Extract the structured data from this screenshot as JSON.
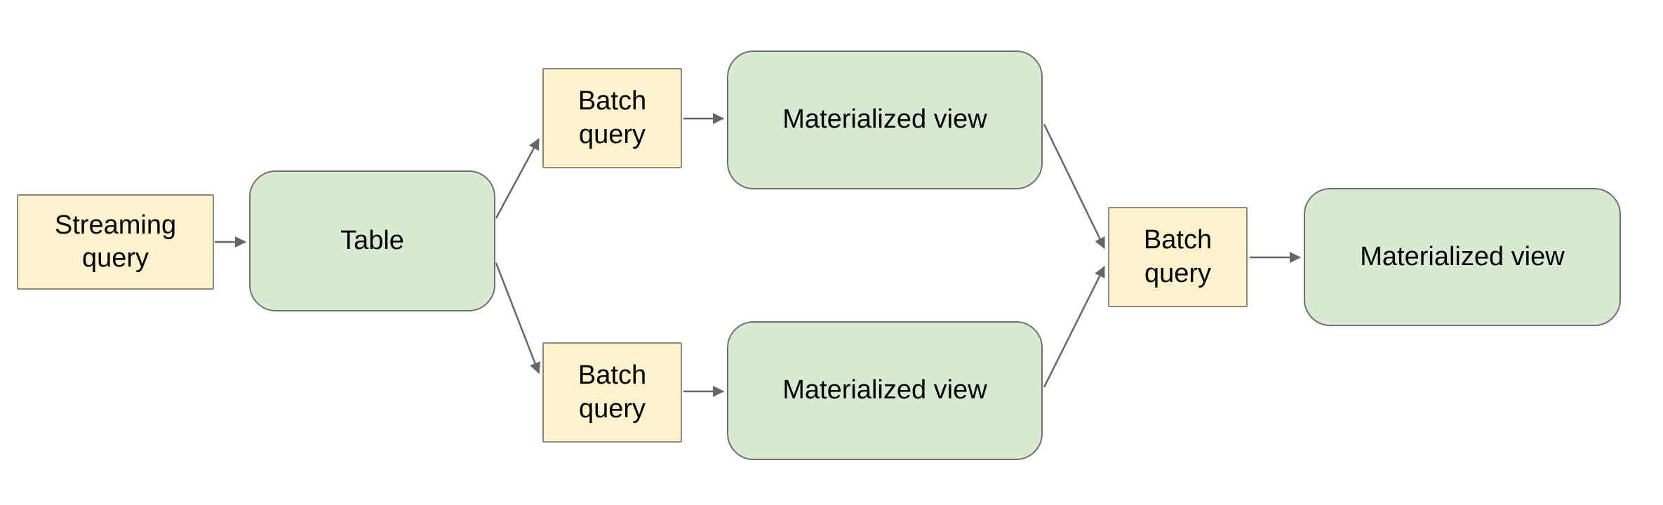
{
  "diagram": {
    "title": "",
    "colors": {
      "background": "#ffffff",
      "query_fill": "#fff2cc",
      "query_border": "#8a8a80",
      "view_fill": "#d9ead3",
      "view_border": "#707070",
      "arrow": "#666666",
      "text": "#000000"
    },
    "nodes": {
      "streaming_query": {
        "label": "Streaming query",
        "shape": "rectangle",
        "style": "query"
      },
      "table": {
        "label": "Table",
        "shape": "rounded-rectangle",
        "style": "view"
      },
      "batch_query_top": {
        "label": "Batch query",
        "shape": "rectangle",
        "style": "query"
      },
      "materialized_view_top": {
        "label": "Materialized view",
        "shape": "rounded-rectangle",
        "style": "view"
      },
      "batch_query_bottom": {
        "label": "Batch query",
        "shape": "rectangle",
        "style": "query"
      },
      "materialized_view_bottom": {
        "label": "Materialized view",
        "shape": "rounded-rectangle",
        "style": "view"
      },
      "batch_query_merge": {
        "label": "Batch query",
        "shape": "rectangle",
        "style": "query"
      },
      "materialized_view_final": {
        "label": "Materialized view",
        "shape": "rounded-rectangle",
        "style": "view"
      }
    },
    "edges": [
      {
        "from": "streaming_query",
        "to": "table"
      },
      {
        "from": "table",
        "to": "batch_query_top"
      },
      {
        "from": "table",
        "to": "batch_query_bottom"
      },
      {
        "from": "batch_query_top",
        "to": "materialized_view_top"
      },
      {
        "from": "batch_query_bottom",
        "to": "materialized_view_bottom"
      },
      {
        "from": "materialized_view_top",
        "to": "batch_query_merge"
      },
      {
        "from": "materialized_view_bottom",
        "to": "batch_query_merge"
      },
      {
        "from": "batch_query_merge",
        "to": "materialized_view_final"
      }
    ]
  }
}
